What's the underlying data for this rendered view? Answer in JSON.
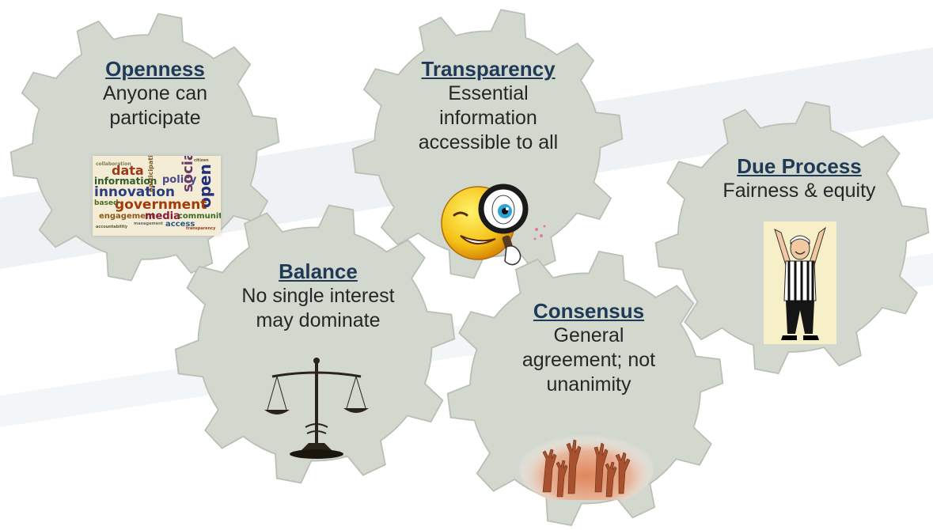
{
  "cards": {
    "openness": {
      "title": "Openness",
      "description_lines": [
        "Anyone can",
        "participate"
      ]
    },
    "transparency": {
      "title": "Transparency",
      "description_lines": [
        "Essential",
        "information",
        "accessible to all"
      ]
    },
    "due_process": {
      "title": "Due Process",
      "description_lines": [
        "Fairness & equity"
      ]
    },
    "balance": {
      "title": "Balance",
      "description_lines": [
        "No single interest",
        "may dominate"
      ]
    },
    "consensus": {
      "title": "Consensus",
      "description_lines": [
        "General",
        "agreement; not",
        "unanimity"
      ]
    }
  },
  "word_cloud": {
    "words": [
      "data",
      "information",
      "policy",
      "innovation",
      "participation",
      "social",
      "open",
      "government",
      "based",
      "engagement",
      "media",
      "community",
      "access",
      "transparency",
      "collaboration",
      "accountability",
      "citizen",
      "management"
    ]
  },
  "colors": {
    "gear_fill": "#d3d8cf",
    "title_text": "#1f3a56",
    "body_text": "#262626"
  },
  "icons": [
    "word-cloud-image",
    "smiley-magnifier-icon",
    "referee-icon",
    "scales-icon",
    "raised-hands-image"
  ]
}
